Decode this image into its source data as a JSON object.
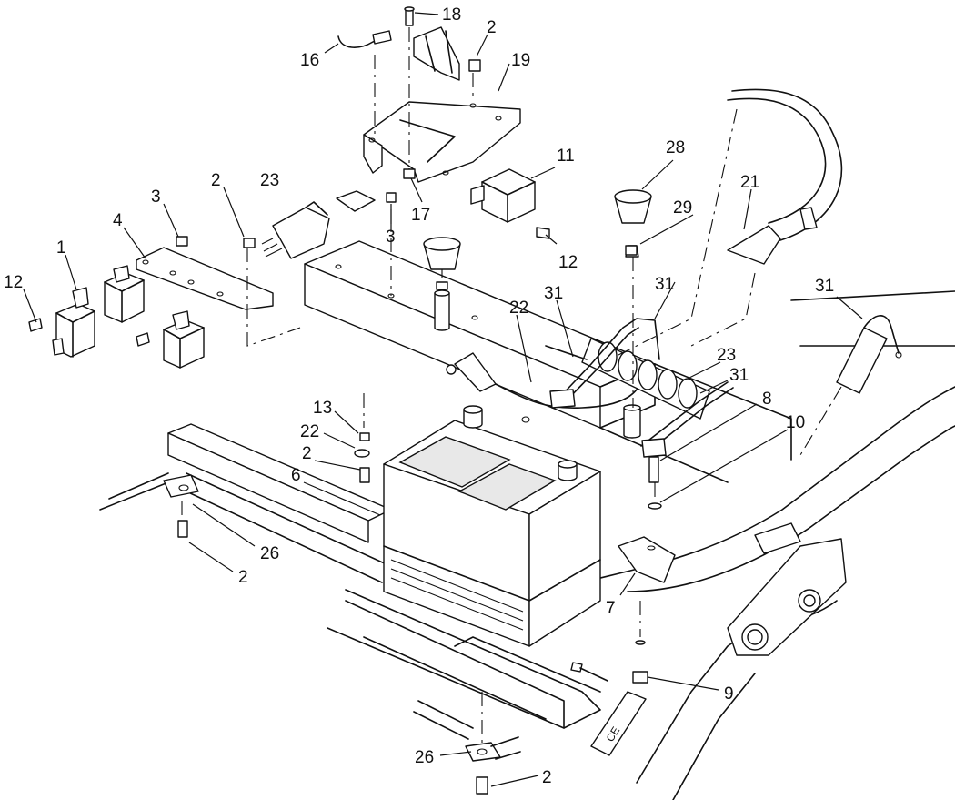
{
  "callouts": [
    {
      "id": "c18a",
      "label": "18"
    },
    {
      "id": "c16",
      "label": "16"
    },
    {
      "id": "c2a",
      "label": "2"
    },
    {
      "id": "c19",
      "label": "19"
    },
    {
      "id": "c11",
      "label": "11"
    },
    {
      "id": "c28",
      "label": "28"
    },
    {
      "id": "c21",
      "label": "21"
    },
    {
      "id": "c29",
      "label": "29"
    },
    {
      "id": "c2b",
      "label": "2"
    },
    {
      "id": "c23a",
      "label": "23"
    },
    {
      "id": "c17",
      "label": "17"
    },
    {
      "id": "c3a",
      "label": "3"
    },
    {
      "id": "c3b",
      "label": "3"
    },
    {
      "id": "c4",
      "label": "4"
    },
    {
      "id": "c1",
      "label": "1"
    },
    {
      "id": "c12a",
      "label": "12"
    },
    {
      "id": "c12b",
      "label": "12"
    },
    {
      "id": "c31a",
      "label": "31"
    },
    {
      "id": "c31b",
      "label": "31"
    },
    {
      "id": "c31c",
      "label": "31"
    },
    {
      "id": "c22a",
      "label": "22"
    },
    {
      "id": "c23b",
      "label": "23"
    },
    {
      "id": "c31d",
      "label": "31"
    },
    {
      "id": "c8",
      "label": "8"
    },
    {
      "id": "c10",
      "label": "10"
    },
    {
      "id": "c13",
      "label": "13"
    },
    {
      "id": "c22b",
      "label": "22"
    },
    {
      "id": "c2c",
      "label": "2"
    },
    {
      "id": "c6",
      "label": "6"
    },
    {
      "id": "c26a",
      "label": "26"
    },
    {
      "id": "c2d",
      "label": "2"
    },
    {
      "id": "c7",
      "label": "7"
    },
    {
      "id": "c9",
      "label": "9"
    },
    {
      "id": "c26b",
      "label": "26"
    },
    {
      "id": "c2e",
      "label": "2"
    }
  ],
  "decal_text": "CE",
  "ink_color": "#111111",
  "paper_color": "#ffffff"
}
